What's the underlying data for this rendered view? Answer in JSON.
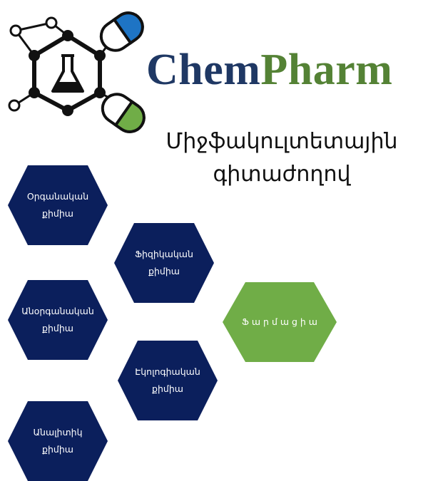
{
  "brand": {
    "chem": "Chem",
    "pharm": "Pharm"
  },
  "subtitle": {
    "line1": "Միջֆակուլտետային",
    "line2": "գիտաժողով"
  },
  "colors": {
    "chem": "#1f3864",
    "pharm": "#548235",
    "navy": "#0b1f5c",
    "green": "#70ad47",
    "cap_blue": "#1e74c4",
    "cap_green": "#70ad47"
  },
  "icons": {
    "logo": "chemistry-flask-molecule-icon"
  },
  "hexagons": [
    {
      "id": "organic",
      "label": "Օրգանական քիմիա",
      "color": "navy"
    },
    {
      "id": "physical",
      "label": "Ֆիզիկական քիմիա",
      "color": "navy"
    },
    {
      "id": "inorganic",
      "label": "Անօրգանական քիմիա",
      "color": "navy"
    },
    {
      "id": "pharmacy",
      "label": "Ֆ ա ր մ ա ց ի ա",
      "color": "green"
    },
    {
      "id": "ecological",
      "label": "Էկոլոգիական քիմիա",
      "color": "navy"
    },
    {
      "id": "analytical",
      "label": "Անալիտիկ քիմիա",
      "color": "navy"
    }
  ]
}
